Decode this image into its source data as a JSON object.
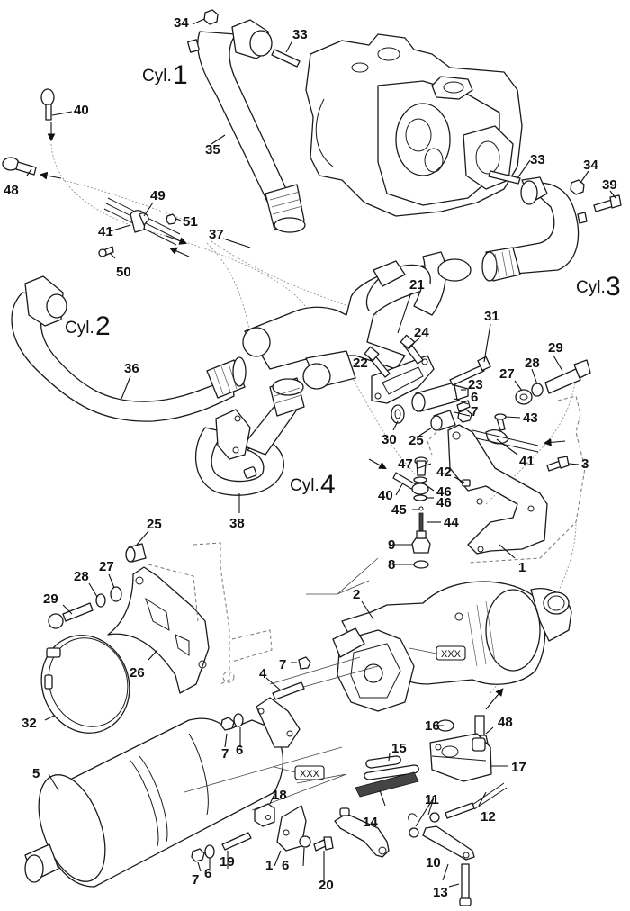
{
  "diagram": {
    "type": "exploded-parts-view",
    "subject": "Exhaust manifold and turbocharger assembly",
    "cylinder_labels": [
      {
        "id": "cyl1",
        "prefix": "Cyl.",
        "number": "1"
      },
      {
        "id": "cyl2",
        "prefix": "Cyl.",
        "number": "2"
      },
      {
        "id": "cyl3",
        "prefix": "Cyl.",
        "number": "3"
      },
      {
        "id": "cyl4",
        "prefix": "Cyl.",
        "number": "4"
      }
    ],
    "callouts": {
      "c34a": "34",
      "c33a": "33",
      "c40a": "40",
      "c35": "35",
      "c33b": "33",
      "c34b": "34",
      "c39": "39",
      "c48a": "48",
      "c49": "49",
      "c51": "51",
      "c41a": "41",
      "c50": "50",
      "c37": "37",
      "c21": "21",
      "c24": "24",
      "c36": "36",
      "c31": "31",
      "c29a": "29",
      "c28a": "28",
      "c27a": "27",
      "c22": "22",
      "c23": "23",
      "c6a": "6",
      "c7a": "7",
      "c30": "30",
      "c25a": "25",
      "c43": "43",
      "c41b": "41",
      "c3": "3",
      "c47": "47",
      "c42": "42",
      "c46a": "46",
      "c46b": "46",
      "c40b": "40",
      "c45": "45",
      "c44": "44",
      "c38": "38",
      "c9": "9",
      "c8": "8",
      "c1a": "1",
      "c25b": "25",
      "c28b": "28",
      "c27b": "27",
      "c29b": "29",
      "c2": "2",
      "c26": "26",
      "c7b": "7",
      "c4": "4",
      "c32": "32",
      "c16": "16",
      "c48b": "48",
      "c7c": "7",
      "c6b": "6",
      "c15": "15",
      "c17": "17",
      "c5": "5",
      "c18": "18",
      "c11": "11",
      "c12": "12",
      "c14": "14",
      "c10": "10",
      "c7d": "7",
      "c6c": "6",
      "c19": "19",
      "c1b": "1",
      "c6d": "6",
      "c20": "20",
      "c13": "13"
    },
    "tags": {
      "turbo_tag": "XXX",
      "muffler_tag": "XXX"
    }
  }
}
